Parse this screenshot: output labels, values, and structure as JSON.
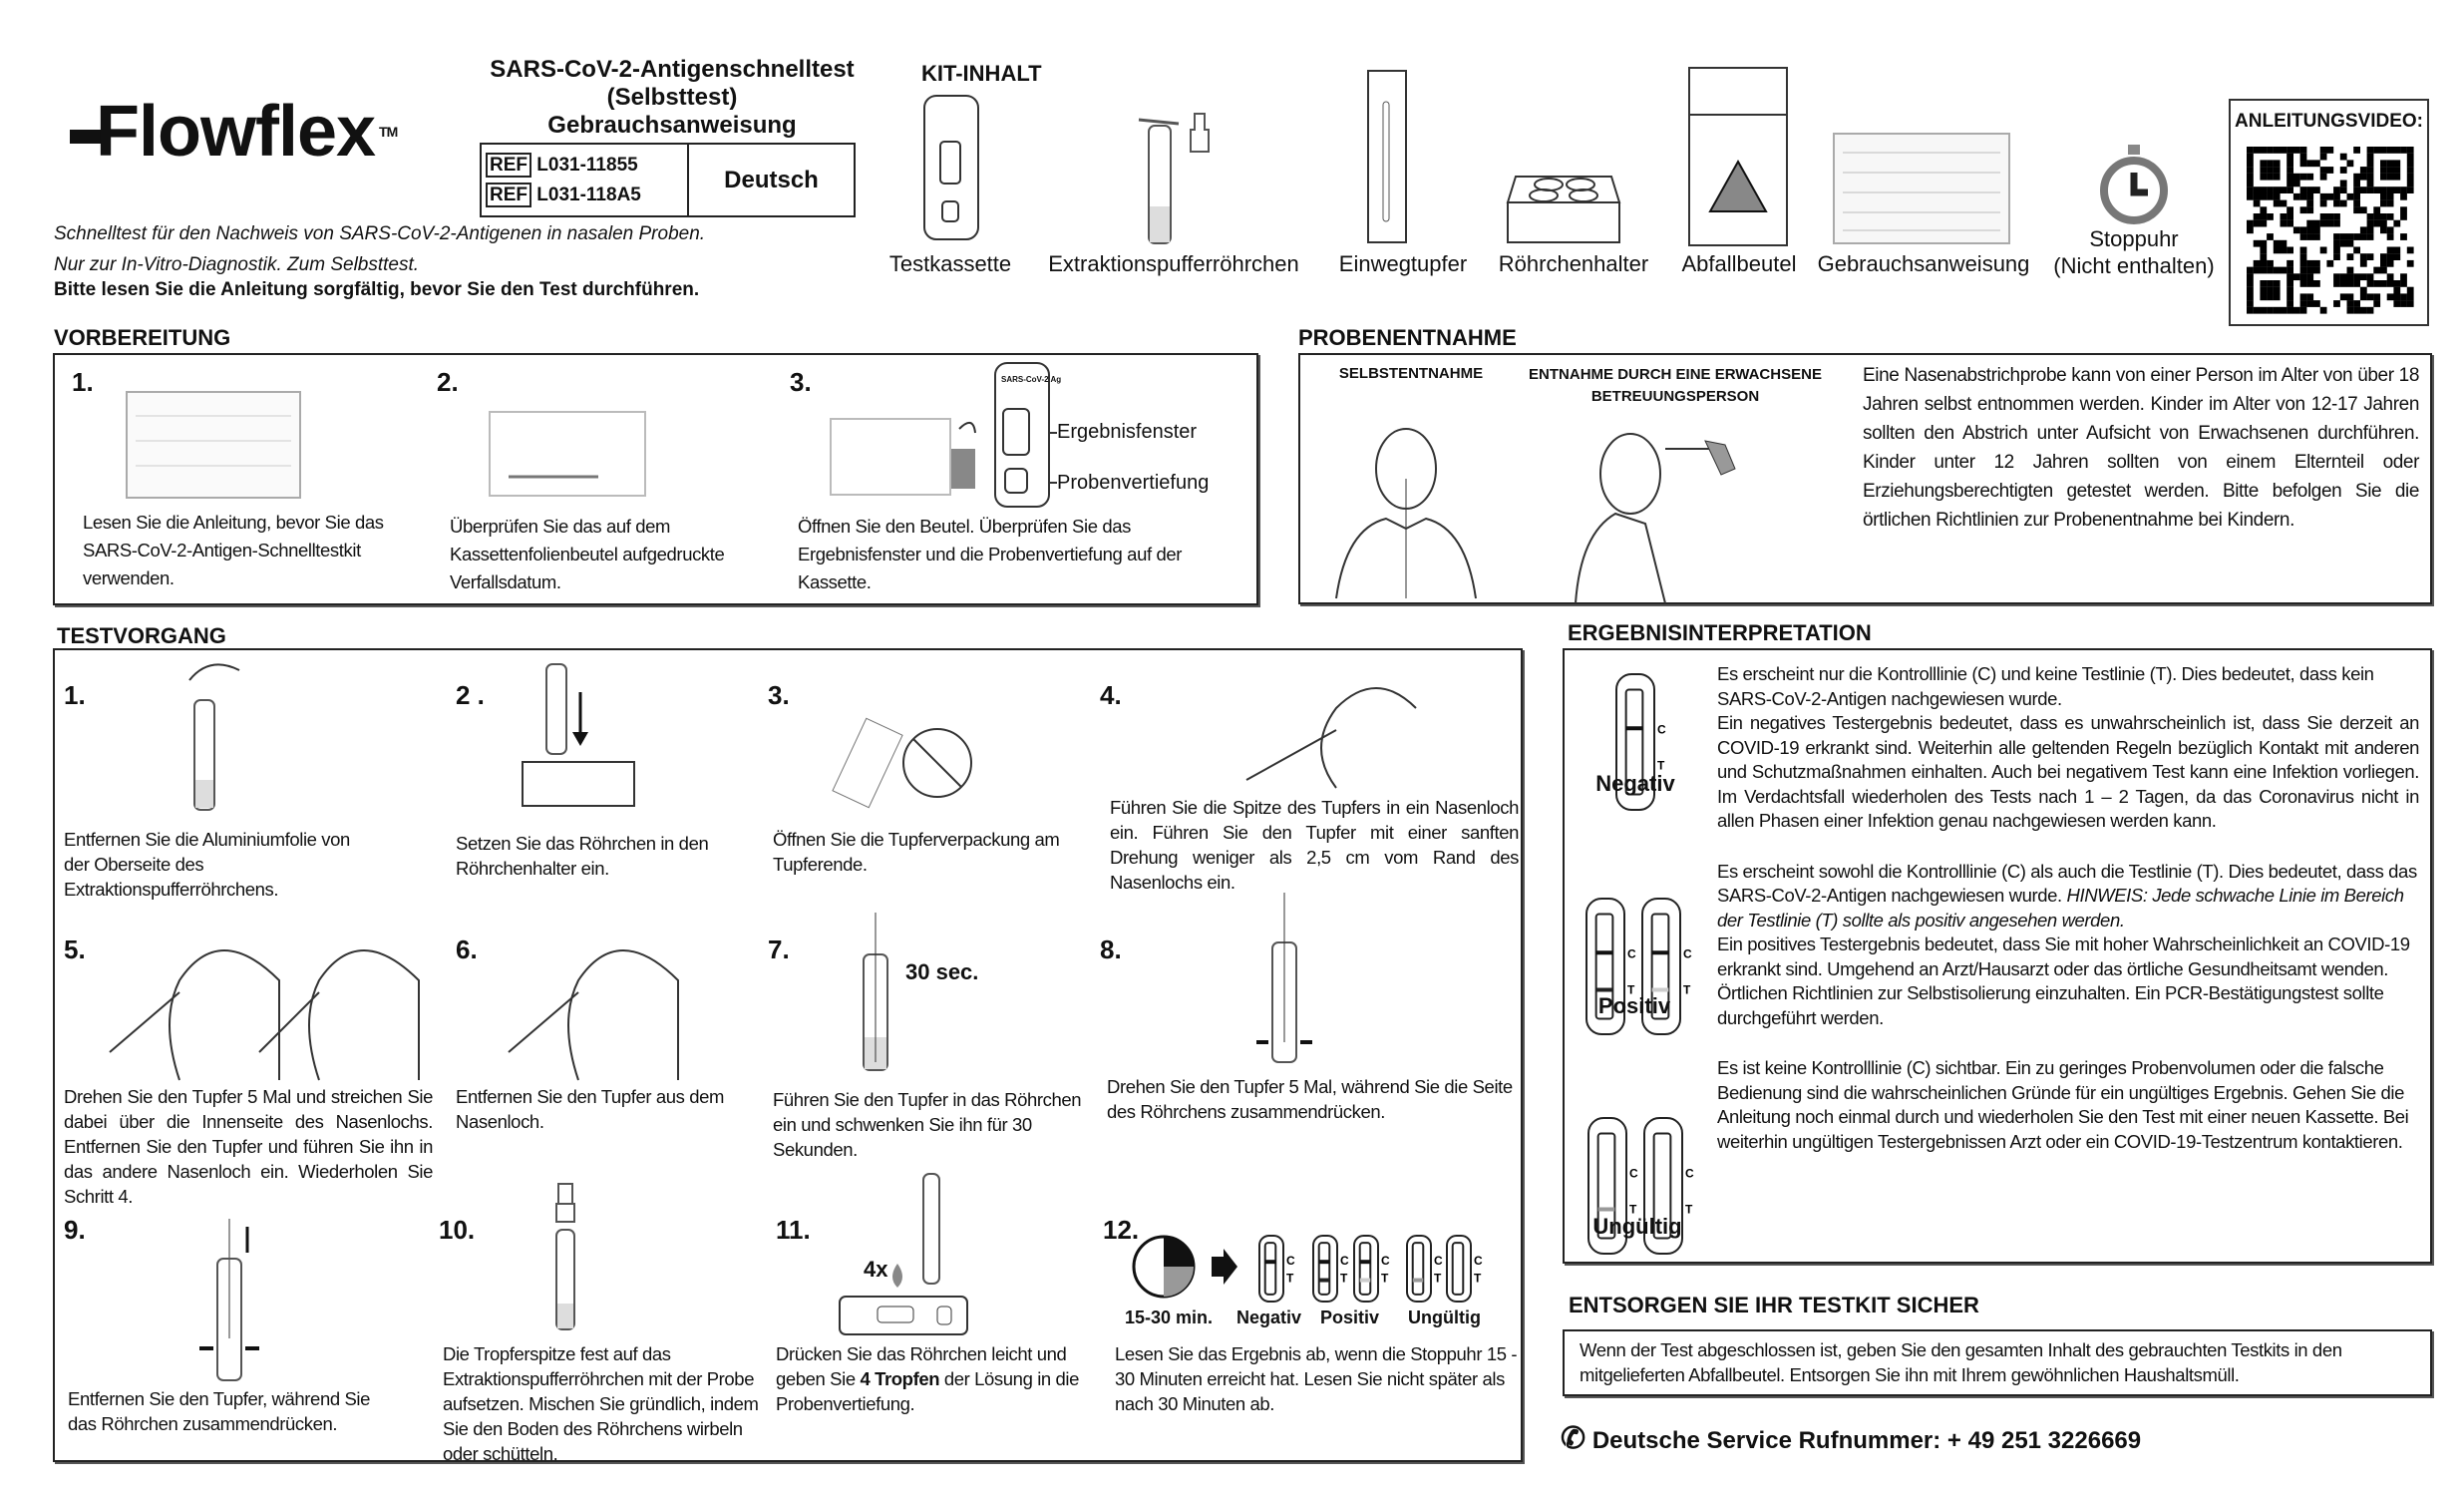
{
  "header": {
    "brand": "Flowflex",
    "trademark": "TM",
    "title_lines": [
      "SARS-CoV-2-Antigenschnelltest",
      "(Selbsttest)",
      "Gebrauchsanweisung"
    ],
    "ref_label": "REF",
    "ref_codes": [
      "L031-11855",
      "L031-118A5"
    ],
    "language": "Deutsch",
    "intro_lines": [
      "Schnelltest für den Nachweis von SARS-CoV-2-Antigenen in nasalen Proben.",
      "Nur zur In-Vitro-Diagnostik. Zum Selbsttest.",
      "Bitte lesen Sie die Anleitung sorgfältig, bevor Sie den Test durchführen."
    ]
  },
  "kit": {
    "title": "KIT-INHALT",
    "items": [
      "Testkassette",
      "Extraktionspufferröhrchen",
      "Einwegtupfer",
      "Röhrchenhalter",
      "Abfallbeutel",
      "Gebrauchsanweisung",
      "Stoppuhr\n(Nicht enthalten)"
    ],
    "video_label": "ANLEITUNGSVIDEO:"
  },
  "preparation": {
    "title": "VORBEREITUNG",
    "steps": [
      {
        "num": "1.",
        "text": "Lesen Sie die Anleitung, bevor Sie das SARS-CoV-2-Antigen-Schnelltestkit verwenden."
      },
      {
        "num": "2.",
        "text": "Überprüfen Sie das auf dem Kassettenfolienbeutel aufgedruckte Verfallsdatum."
      },
      {
        "num": "3.",
        "text": "Öffnen Sie den Beutel. Überprüfen Sie das Ergebnisfenster und die Probenvertiefung auf der Kassette."
      }
    ],
    "labels": [
      "Ergebnisfenster",
      "Probenvertiefung"
    ],
    "cassette_text": "SARS-CoV-2 Ag"
  },
  "sampling": {
    "title": "PROBENENTNAHME",
    "self_label": "SELBSTENTNAHME",
    "adult_label": "ENTNAHME DURCH EINE ERWACHSENE BETREUUNGSPERSON",
    "text": "Eine Nasenabstrichprobe kann von einer Person im Alter von über 18 Jahren selbst entnommen werden. Kinder im Alter von 12-17 Jahren sollten den Abstrich unter Aufsicht von Erwachsenen durchführen. Kinder unter 12 Jahren sollten von einem Elternteil oder Erziehungsberechtigten getestet werden. Bitte befolgen Sie die örtlichen Richtlinien zur Probenentnahme bei Kindern."
  },
  "procedure": {
    "title": "TESTVORGANG",
    "steps": [
      {
        "num": "1.",
        "text": "Entfernen Sie die Aluminiumfolie von der Oberseite des Extraktionspufferröhrchens."
      },
      {
        "num": "2 .",
        "text": "Setzen Sie das Röhrchen in den Röhrchenhalter ein."
      },
      {
        "num": "3.",
        "text": "Öffnen Sie die Tupferverpackung am Tupferende."
      },
      {
        "num": "4.",
        "text": "Führen Sie die Spitze des Tupfers in ein Nasenloch ein. Führen Sie den Tupfer mit einer sanften Drehung weniger als 2,5 cm vom Rand des Nasenlochs ein."
      },
      {
        "num": "5.",
        "text": "Drehen Sie den Tupfer 5 Mal und streichen Sie dabei über die Innenseite des Nasenlochs. Entfernen Sie den Tupfer und führen Sie ihn in das andere Nasenloch ein. Wiederholen Sie Schritt 4."
      },
      {
        "num": "6.",
        "text": "Entfernen Sie den Tupfer aus dem Nasenloch."
      },
      {
        "num": "7.",
        "text": "Führen Sie den Tupfer in das Röhrchen ein und schwenken Sie ihn für 30 Sekunden."
      },
      {
        "num": "8.",
        "text": "Drehen Sie den Tupfer 5 Mal, während Sie die Seite des Röhrchens zusammendrücken."
      },
      {
        "num": "9.",
        "text": "Entfernen Sie den Tupfer, während Sie das Röhrchen zusammendrücken."
      },
      {
        "num": "10.",
        "text": "Die Tropferspitze fest auf das Extraktionspufferröhrchen mit der Probe aufsetzen. Mischen Sie gründlich, indem Sie den Boden des Röhrchens wirbeln oder schütteln."
      },
      {
        "num": "11.",
        "text_before": "Drücken Sie das Röhrchen leicht und geben Sie ",
        "text_bold": "4 Tropfen",
        "text_after": " der Lösung in die Probenvertiefung."
      },
      {
        "num": "12.",
        "text": "Lesen Sie das Ergebnis ab, wenn die Stoppuhr 15 - 30 Minuten erreicht hat. Lesen Sie nicht später als nach 30 Minuten ab."
      }
    ],
    "timer_30": "30 sec.",
    "drops": "4x",
    "timer_label": "15-30 min.",
    "result_labels": [
      "Negativ",
      "Positiv",
      "Ungültig"
    ]
  },
  "results": {
    "title": "ERGEBNISINTERPRETATION",
    "c": "C",
    "t": "T",
    "negative": {
      "label": "Negativ",
      "text": "Es erscheint nur die Kontrolllinie (C) und keine Testlinie (T). Dies bedeutet, dass kein SARS-CoV-2-Antigen nachgewiesen wurde.",
      "text2": "Ein negatives Testergebnis bedeutet, dass es unwahrscheinlich ist, dass Sie derzeit an COVID-19 erkrankt sind. Weiterhin alle geltenden Regeln bezüglich Kontakt mit anderen und Schutzmaßnahmen einhalten. Auch bei negativem Test kann eine Infektion vorliegen.  Im Verdachtsfall wiederholen des Tests nach 1 – 2 Tagen, da das Coronavirus nicht in allen Phasen einer Infektion genau nachgewiesen werden kann."
    },
    "positive": {
      "label": "Positiv",
      "text": "Es erscheint sowohl die Kontrolllinie (C) als auch die Testlinie (T). Dies bedeutet, dass das SARS-CoV-2-Antigen nachgewiesen wurde. ",
      "note": "HINWEIS: Jede schwache Linie im Bereich der Testlinie (T) sollte als positiv angesehen werden.",
      "text2": "Ein positives Testergebnis bedeutet, dass Sie mit hoher Wahrscheinlichkeit an COVID-19 erkrankt sind. Umgehend an Arzt/Hausarzt oder das örtliche Gesundheitsamt wenden. Örtlichen Richtlinien zur Selbstisolierung einzuhalten. Ein PCR-Bestätigungstest sollte durchgeführt werden."
    },
    "invalid": {
      "label": "Ungültig",
      "text": "Es ist keine Kontrolllinie (C) sichtbar. Ein zu geringes Probenvolumen oder die falsche Bedienung sind die wahrscheinlichen Gründe für ein ungültiges Ergebnis. Gehen Sie die Anleitung noch einmal durch und wiederholen Sie den Test mit einer neuen Kassette.  Bei weiterhin ungültigen Testergebnissen Arzt oder ein COVID-19-Testzentrum kontaktieren."
    }
  },
  "disposal": {
    "title": "ENTSORGEN SIE IHR TESTKIT SICHER",
    "text": "Wenn der Test abgeschlossen ist, geben Sie den gesamten Inhalt des gebrauchten Testkits in den mitgelieferten Abfallbeutel. Entsorgen Sie ihn mit Ihrem gewöhnlichen Haushaltsmüll."
  },
  "service": {
    "icon": "phone-icon",
    "text": "Deutsche Service Rufnummer: + 49 251 3226669"
  },
  "colors": {
    "line": "#222222",
    "gray": "#999999",
    "faint": "#cccccc"
  }
}
